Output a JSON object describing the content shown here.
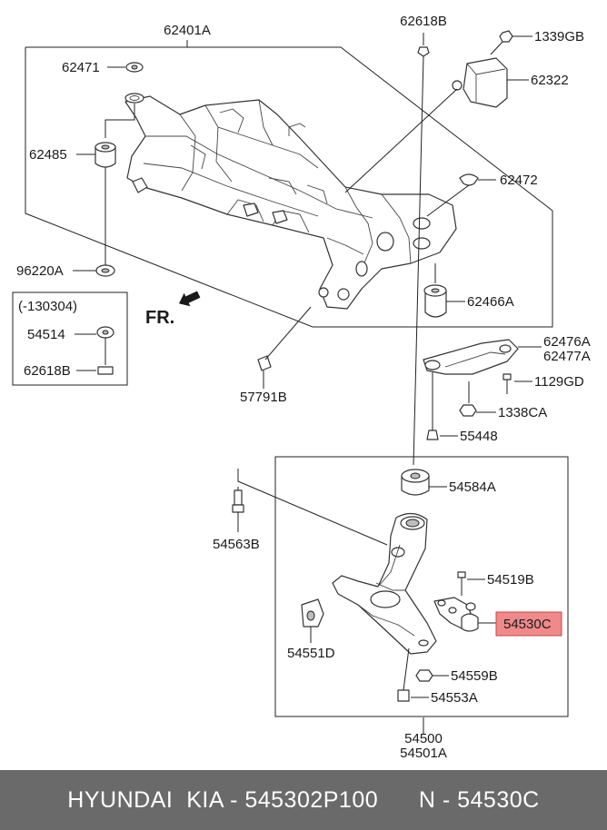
{
  "diagram": {
    "labels": {
      "l62401A": "62401A",
      "l62618B_top": "62618B",
      "l1339GB": "1339GB",
      "l62471": "62471",
      "l62322": "62322",
      "l62485": "62485",
      "l62472": "62472",
      "l96220A": "96220A",
      "l62466A": "62466A",
      "lbox_title": "(-130304)",
      "l54514": "54514",
      "l62618B_box": "62618B",
      "lFR": "FR.",
      "l62476A": "62476A",
      "l62477A": "62477A",
      "l1129GD": "1129GD",
      "l57791B": "57791B",
      "l1338CA": "1338CA",
      "l55448": "55448",
      "l54584A": "54584A",
      "l54563B": "54563B",
      "l54519B": "54519B",
      "l54530C": "54530C",
      "l54551D": "54551D",
      "l54559B": "54559B",
      "l54553A": "54553A",
      "l54500": "54500",
      "l54501A": "54501A"
    },
    "highlight_color": "#f08a8a"
  },
  "footer": {
    "brand": "HYUNDAI  KIA - 545302P100",
    "ref": "N - 54530C"
  }
}
